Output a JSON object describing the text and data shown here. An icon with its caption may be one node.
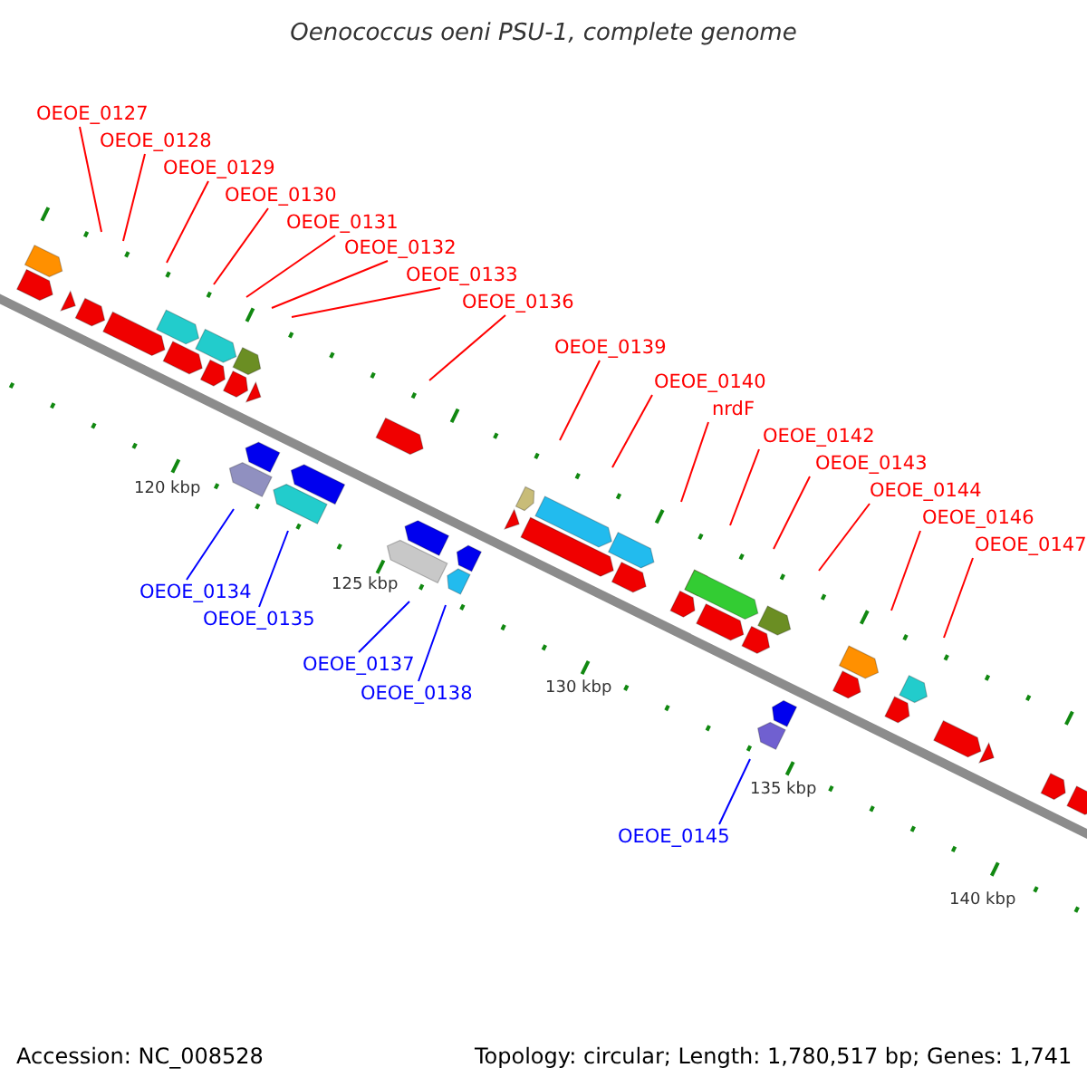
{
  "diagram": {
    "title": "Oenococcus oeni PSU-1, complete genome",
    "nodes": [
      {
        "text": [
          "OEOE_0127"
        ]
      },
      {
        "text": [
          "OEOE_0128"
        ]
      },
      {
        "text": [
          "OEOE_0129"
        ]
      },
      {
        "text": [
          "OEOE_0130"
        ]
      },
      {
        "text": [
          "OEOE_0131"
        ]
      },
      {
        "text": [
          "OEOE_0132"
        ]
      },
      {
        "text": [
          "OEOE_0133"
        ]
      },
      {
        "text": [
          "OEOE_0136"
        ]
      },
      {
        "text": [
          "OEOE_0139"
        ]
      },
      {
        "text": [
          "OEOE_0140"
        ]
      },
      {
        "text": [
          "nrdF"
        ]
      },
      {
        "text": [
          "OEOE_0142"
        ]
      },
      {
        "text": [
          "OEOE_0143"
        ]
      },
      {
        "text": [
          "OEOE_0144"
        ]
      },
      {
        "text": [
          "OEOE_0146"
        ]
      },
      {
        "text": [
          "OEOE_0147"
        ]
      },
      {
        "text": [
          "OEOE_0134"
        ]
      },
      {
        "text": [
          "OEOE_0135"
        ]
      },
      {
        "text": [
          "OEOE_0137"
        ]
      },
      {
        "text": [
          "OEOE_0138"
        ]
      },
      {
        "text": [
          "OEOE_0145"
        ]
      }
    ],
    "edges": [
      {
        "from": 0,
        "to": null,
        "arrow": "none"
      },
      {
        "from": 1,
        "to": null,
        "arrow": "none"
      },
      {
        "from": 2,
        "to": null,
        "arrow": "none"
      },
      {
        "from": 3,
        "to": null,
        "arrow": "none"
      },
      {
        "from": 4,
        "to": null,
        "arrow": "none"
      },
      {
        "from": 5,
        "to": null,
        "arrow": "none"
      },
      {
        "from": 6,
        "to": null,
        "arrow": "none"
      },
      {
        "from": 7,
        "to": null,
        "arrow": "none"
      },
      {
        "from": 8,
        "to": null,
        "arrow": "none"
      },
      {
        "from": 9,
        "to": null,
        "arrow": "none"
      },
      {
        "from": 10,
        "to": null,
        "arrow": "none"
      },
      {
        "from": 11,
        "to": null,
        "arrow": "none"
      },
      {
        "from": 12,
        "to": null,
        "arrow": "none"
      },
      {
        "from": 13,
        "to": null,
        "arrow": "none"
      },
      {
        "from": 14,
        "to": null,
        "arrow": "none"
      },
      {
        "from": 15,
        "to": null,
        "arrow": "none"
      },
      {
        "from": 16,
        "to": null,
        "arrow": "none",
        "color": "#0000ff"
      },
      {
        "from": 17,
        "to": null,
        "arrow": "none",
        "color": "#0000ff"
      },
      {
        "from": 18,
        "to": null,
        "arrow": "none",
        "color": "#0000ff"
      },
      {
        "from": 19,
        "to": null,
        "arrow": "none",
        "color": "#0000ff"
      },
      {
        "from": 20,
        "to": null,
        "arrow": "none",
        "color": "#0000ff"
      }
    ],
    "labels": [
      "120 kbp",
      "125 kbp",
      "130 kbp",
      "135 kbp",
      "140 kbp",
      "Accession: NC_008528",
      "Topology: circular; Length: 1,780,517 bp; Genes: 1,741"
    ]
  }
}
